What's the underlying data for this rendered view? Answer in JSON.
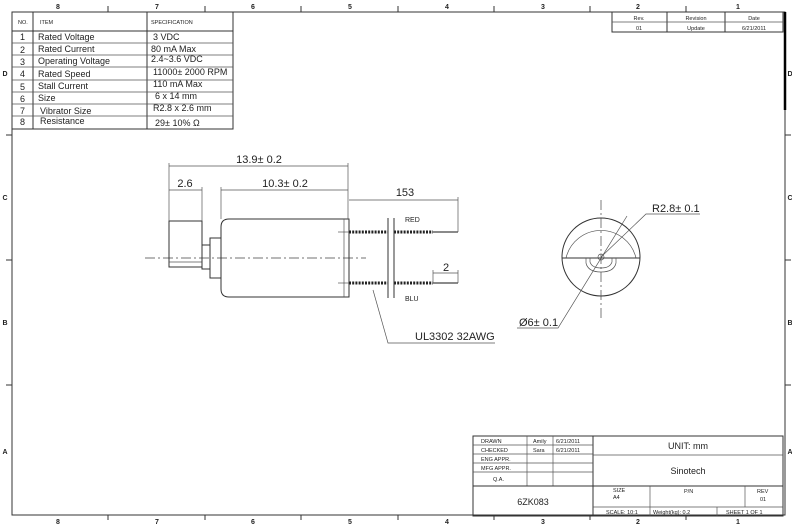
{
  "border": {
    "columns": [
      "8",
      "7",
      "6",
      "5",
      "4",
      "3",
      "2",
      "1"
    ],
    "rows": [
      "D",
      "C",
      "B",
      "A"
    ]
  },
  "spec_table": {
    "headers": {
      "no": "NO.",
      "item": "ITEM",
      "spec": "SPECIFICATION"
    },
    "rows": [
      {
        "no": "1",
        "item": "Rated Voltage",
        "spec": "3 VDC"
      },
      {
        "no": "2",
        "item": "Rated Current",
        "spec": "80 mA Max"
      },
      {
        "no": "3",
        "item": "Operating Voltage",
        "spec": "2.4~3.6 VDC"
      },
      {
        "no": "4",
        "item": "Rated Speed",
        "spec": "11000± 2000 RPM"
      },
      {
        "no": "5",
        "item": "Stall Current",
        "spec": "110 mA Max"
      },
      {
        "no": "6",
        "item": "Size",
        "spec": "6 x 14 mm"
      },
      {
        "no": "7",
        "item": "Vibrator Size",
        "spec": "R2.8 x 2.6 mm"
      },
      {
        "no": "8",
        "item": "Resistance",
        "spec": "29± 10% Ω"
      }
    ]
  },
  "revision_table": {
    "headers": [
      "Rev.",
      "Revision",
      "Date"
    ],
    "row": [
      "01",
      "Update",
      "6/21/2011"
    ]
  },
  "drawing": {
    "dim_overall": "13.9± 0.2",
    "dim_flange": "2.6",
    "dim_body": "10.3± 0.2",
    "dim_wire": "153",
    "dim_strip": "2",
    "wire_red": "RED",
    "wire_blue": "BLU",
    "wire_spec": "UL3302 32AWG",
    "dim_radius": "R2.8± 0.1",
    "dim_diameter": "Ø6± 0.1"
  },
  "title_block": {
    "drawn_label": "DRAWN",
    "drawn_name": "Amily",
    "drawn_date": "6/21/2011",
    "checked_label": "CHECKED",
    "checked_name": "Sara",
    "checked_date": "6/21/2011",
    "eng_label": "ENG APPR.",
    "mfg_label": "MFG APPR.",
    "qa_label": "Q.A.",
    "unit": "UNIT: mm",
    "company": "Sinotech",
    "part_number": "6ZK083",
    "size_label": "SIZE",
    "size_value": "A4",
    "pn_label": "P/N",
    "rev_label": "REV",
    "rev_value": "01",
    "scale": "SCALE: 10:1",
    "weight": "Weight(kg): 0.2",
    "sheet": "SHEET 1 OF 1"
  }
}
